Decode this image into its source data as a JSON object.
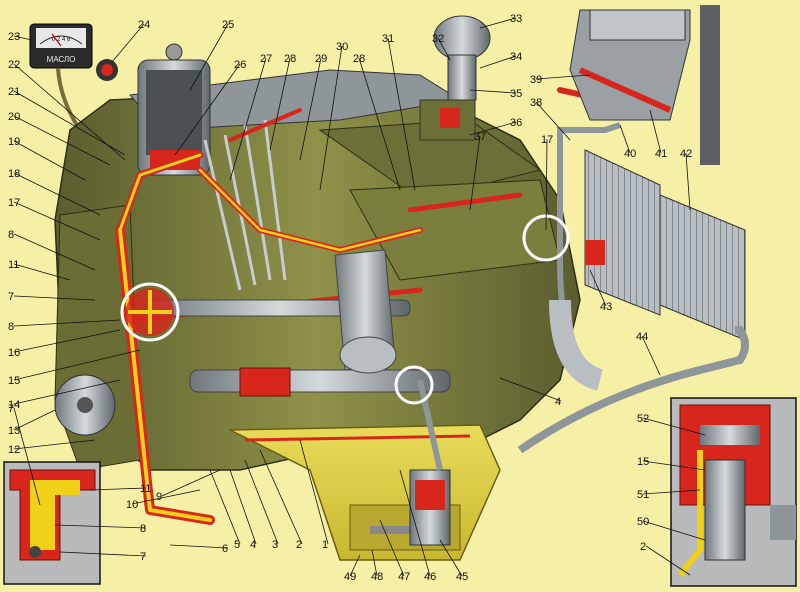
{
  "gauge": {
    "label": "МАСЛО",
    "scale": "0 2 4 6"
  },
  "callouts": [
    {
      "n": "1"
    },
    {
      "n": "2"
    },
    {
      "n": "3"
    },
    {
      "n": "4"
    },
    {
      "n": "4"
    },
    {
      "n": "5"
    },
    {
      "n": "6"
    },
    {
      "n": "7"
    },
    {
      "n": "7"
    },
    {
      "n": "7"
    },
    {
      "n": "8"
    },
    {
      "n": "8"
    },
    {
      "n": "8"
    },
    {
      "n": "9"
    },
    {
      "n": "10"
    },
    {
      "n": "11"
    },
    {
      "n": "11"
    },
    {
      "n": "12"
    },
    {
      "n": "13"
    },
    {
      "n": "14"
    },
    {
      "n": "15"
    },
    {
      "n": "15"
    },
    {
      "n": "16"
    },
    {
      "n": "17"
    },
    {
      "n": "17"
    },
    {
      "n": "18"
    },
    {
      "n": "19"
    },
    {
      "n": "20"
    },
    {
      "n": "21"
    },
    {
      "n": "22"
    },
    {
      "n": "23"
    },
    {
      "n": "24"
    },
    {
      "n": "25"
    },
    {
      "n": "26"
    },
    {
      "n": "27"
    },
    {
      "n": "28"
    },
    {
      "n": "28"
    },
    {
      "n": "29"
    },
    {
      "n": "30"
    },
    {
      "n": "31"
    },
    {
      "n": "32"
    },
    {
      "n": "33"
    },
    {
      "n": "34"
    },
    {
      "n": "35"
    },
    {
      "n": "36"
    },
    {
      "n": "37"
    },
    {
      "n": "38"
    },
    {
      "n": "39"
    },
    {
      "n": "40"
    },
    {
      "n": "41"
    },
    {
      "n": "42"
    },
    {
      "n": "43"
    },
    {
      "n": "44"
    },
    {
      "n": "45"
    },
    {
      "n": "46"
    },
    {
      "n": "47"
    },
    {
      "n": "48"
    },
    {
      "n": "49"
    },
    {
      "n": "50"
    },
    {
      "n": "51"
    },
    {
      "n": "52"
    },
    {
      "n": "2"
    }
  ],
  "colors": {
    "background": "#f6f0a6",
    "engine_block": "#7f8240",
    "block_shadow": "#4e5128",
    "oil_pressure": "#d8261c",
    "oil_return": "#f0d018",
    "steel": "#9fa8ad",
    "outline": "#111111"
  }
}
